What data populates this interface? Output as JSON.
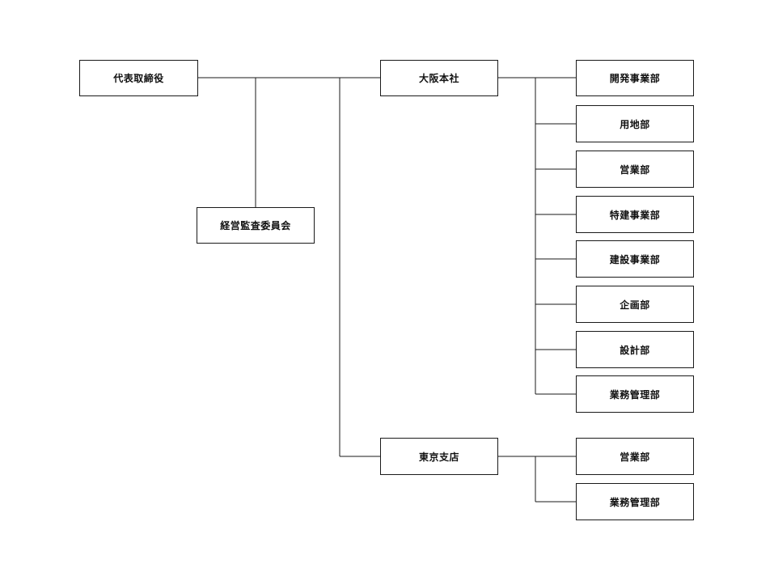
{
  "org_chart": {
    "ceo": {
      "label": "代表取締役"
    },
    "audit_committee": {
      "label": "経営監査委員会"
    },
    "osaka_hq": {
      "label": "大阪本社",
      "departments": [
        {
          "label": "開発事業部"
        },
        {
          "label": "用地部"
        },
        {
          "label": "営業部"
        },
        {
          "label": "特建事業部"
        },
        {
          "label": "建設事業部"
        },
        {
          "label": "企画部"
        },
        {
          "label": "設計部"
        },
        {
          "label": "業務管理部"
        }
      ]
    },
    "tokyo_branch": {
      "label": "東京支店",
      "departments": [
        {
          "label": "営業部"
        },
        {
          "label": "業務管理部"
        }
      ]
    }
  }
}
